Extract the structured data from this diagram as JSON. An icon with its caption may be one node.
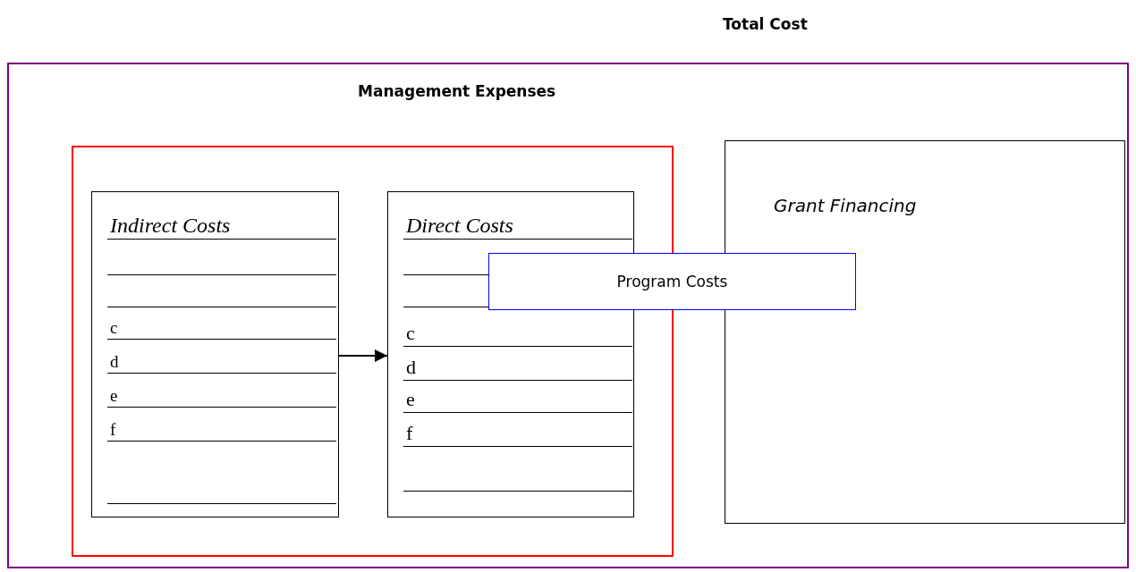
{
  "diagram": {
    "nodes": [
      {
        "text": [
          "Total Cost"
        ]
      },
      {
        "text": [
          "Management Expenses"
        ],
        "in": 0
      },
      {
        "text": [
          "Indirect Costs",
          "c",
          "d",
          "e",
          "f"
        ],
        "in": 1
      },
      {
        "text": [
          "Direct Costs",
          "c",
          "d",
          "e",
          "f"
        ],
        "in": 1
      },
      {
        "text": [
          "Grant Financing"
        ],
        "in": 0
      },
      {
        "text": [
          "Program Costs"
        ],
        "in": 0
      }
    ],
    "edges": [
      {
        "from": 2,
        "to": 3,
        "arrow": "to"
      }
    ]
  }
}
